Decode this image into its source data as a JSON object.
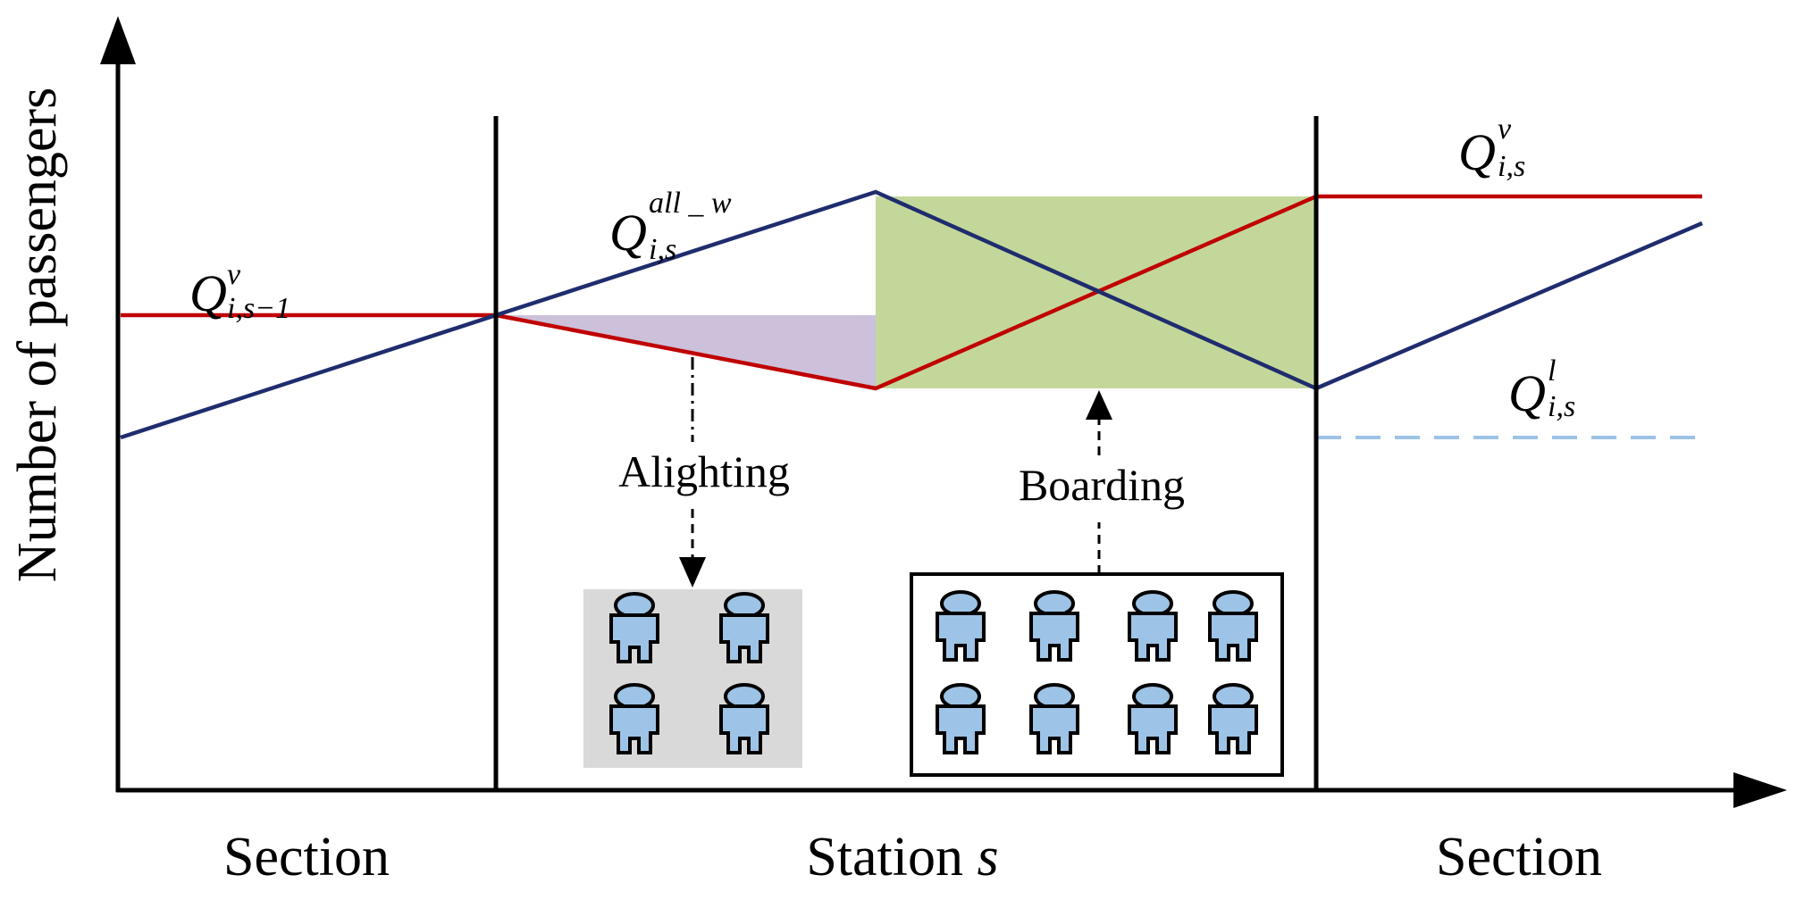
{
  "axis": {
    "y_label": "Number of passengers"
  },
  "regions": {
    "left": "Section",
    "middle_prefix": "Station ",
    "middle_var": "s",
    "right": "Section"
  },
  "actions": {
    "alighting": "Alighting",
    "boarding": "Boarding"
  },
  "math_labels": {
    "q_prev": {
      "base": "Q",
      "sup": "v",
      "sub": "i,s−1"
    },
    "q_all_w": {
      "base": "Q",
      "sup": "all _ w",
      "sub": "i,s"
    },
    "q_v": {
      "base": "Q",
      "sup": "v",
      "sub": "i,s"
    },
    "q_l": {
      "base": "Q",
      "sup": "l",
      "sub": "i,s"
    }
  },
  "groups": {
    "alighting_count": 4,
    "boarding_count": 8
  },
  "colors": {
    "red_line": "#c00000",
    "navy_line": "#1f2d6e",
    "dashed_line": "#9dc3e6",
    "boarding_fill": "#c4d79b",
    "alighting_fill": "#ccc0da",
    "alighting_box": "#d9d9d9",
    "passenger_fill": "#9dc3e6",
    "passenger_stroke": "#000000"
  }
}
